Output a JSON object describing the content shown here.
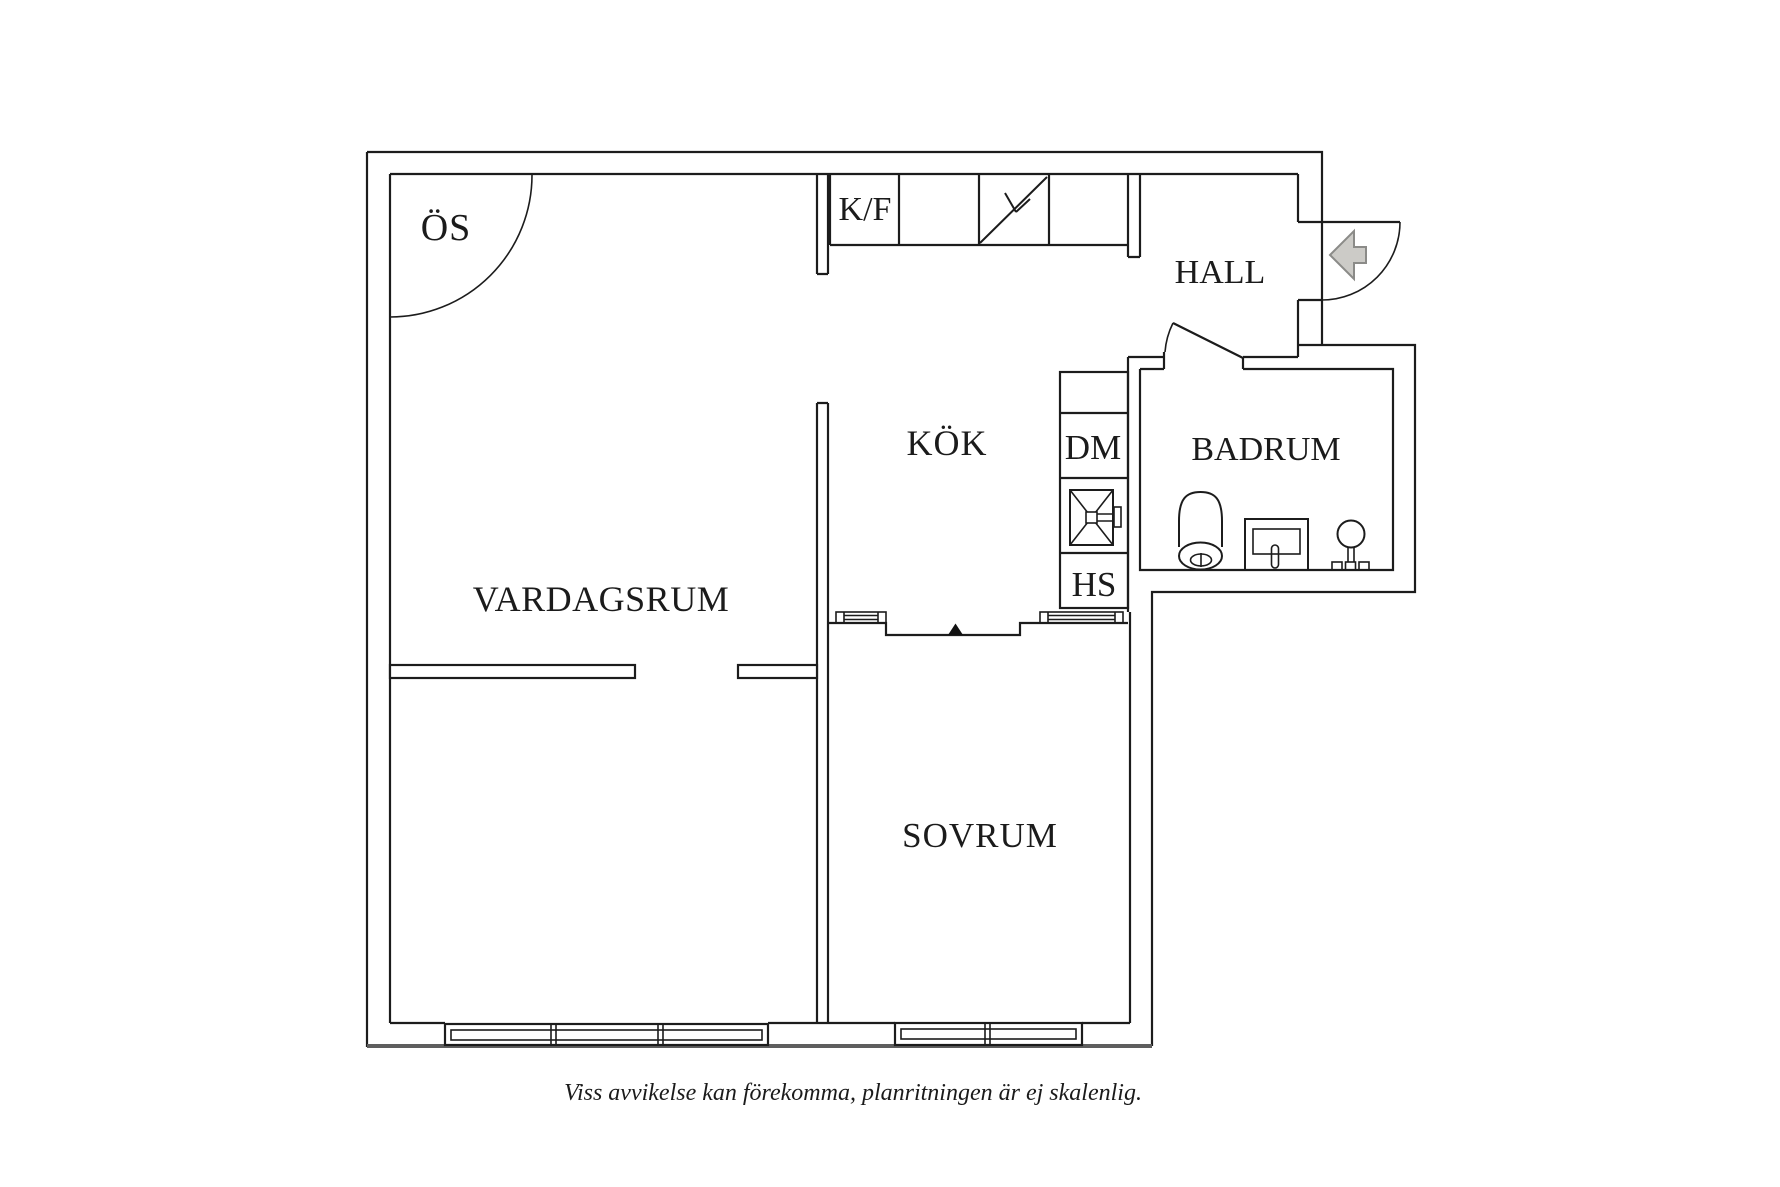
{
  "labels": {
    "vardagsrum": "VARDAGSRUM",
    "sovrum": "SOVRUM",
    "kok": "KÖK",
    "hall": "HALL",
    "badrum": "BADRUM",
    "os": "ÖS",
    "kf": "K/F",
    "dm": "DM",
    "hs": "HS"
  },
  "caption": "Viss avvikelse kan förekomma, planritningen är ej skalenlig.",
  "colors": {
    "background": "#ffffff",
    "wall": "#1c1c1c",
    "text": "#1b1b1b",
    "base_line_gray": "#5e5e5e",
    "arrow_fill": "#cccbc7",
    "arrow_stroke": "#8b8b88",
    "opening_triangle": "#111111"
  }
}
